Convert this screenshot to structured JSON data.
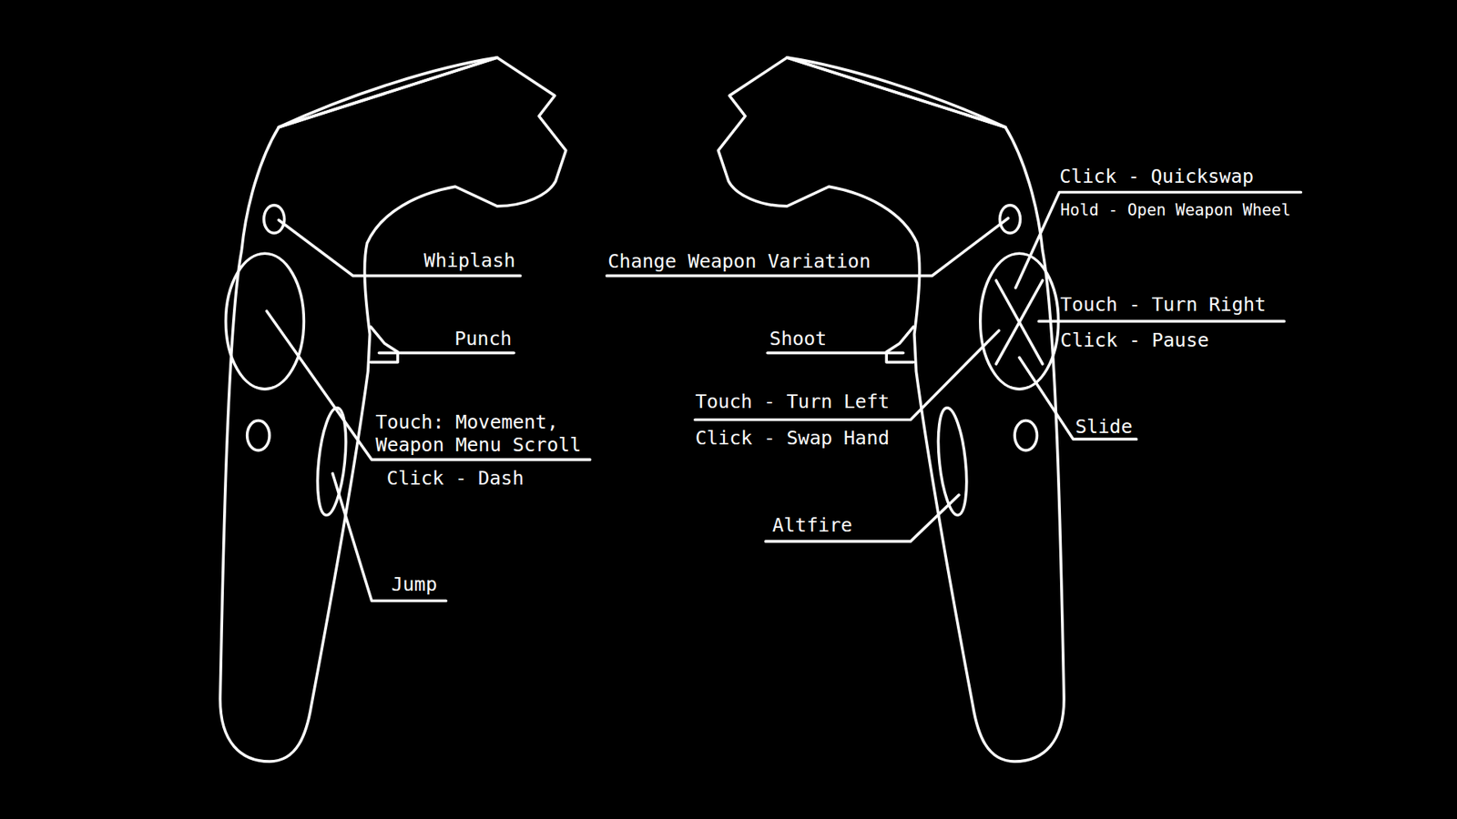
{
  "diagram": {
    "labels": [
      "Click - Quickswap",
      "Hold - Open Weapon Wheel",
      "Whiplash",
      "Change Weapon Variation",
      "Touch - Turn Right",
      "Punch",
      "Shoot",
      "Click - Pause",
      "Touch - Turn Left",
      "Touch: Movement, Weapon Menu Scroll",
      "Slide",
      "Click - Swap Hand",
      "Click - Dash",
      "Altfire",
      "Jump"
    ]
  }
}
